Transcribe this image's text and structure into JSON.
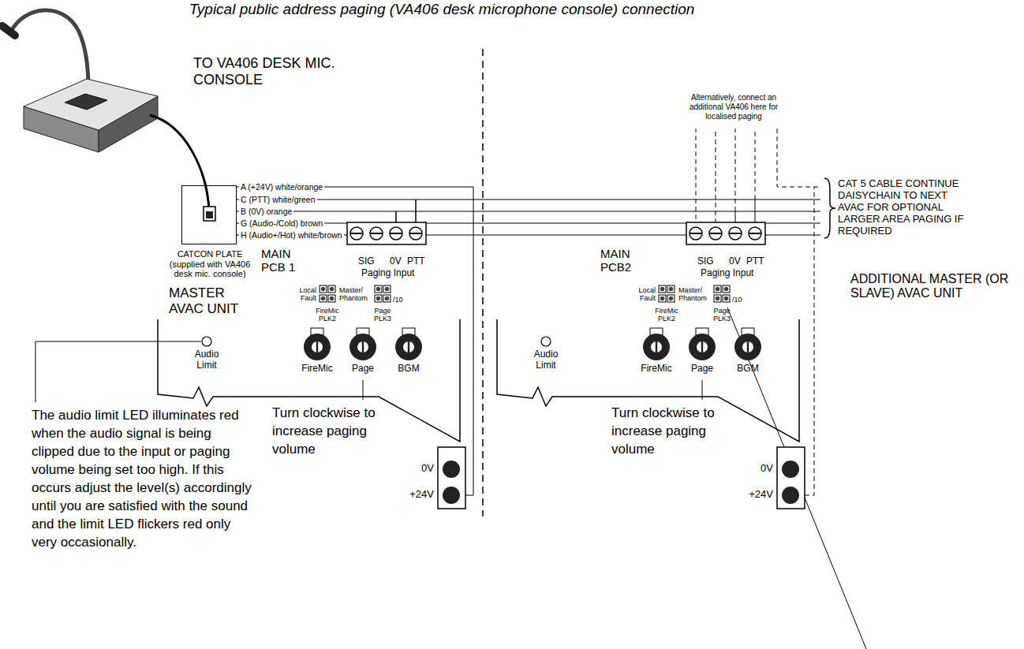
{
  "diagram": {
    "title": "Typical public address paging (VA406 desk microphone console) connection",
    "nodes": [
      {
        "text": [
          "CATCON PLATE (supplied with VA406 desk mic. console)"
        ]
      },
      {
        "text": [
          "MAIN PCB 1",
          "SIG",
          "0V",
          "PTT",
          "Paging Input",
          "Local Fault",
          "FireMic PLK2",
          "Master/ Phantom",
          "/10",
          "Page PLK3",
          "Audio Limit",
          "FireMic",
          "Page",
          "BGM",
          "0V",
          "+24V"
        ]
      },
      {
        "text": [
          "MAIN PCB2",
          "SIG",
          "0V",
          "PTT",
          "Paging Input",
          "Local Fault",
          "FireMic PLK2",
          "Master/ Phantom",
          "/10",
          "Page PLK3",
          "Audio Limit",
          "FireMic",
          "Page",
          "BGM",
          "0V",
          "+24V"
        ]
      }
    ],
    "edges": [
      {
        "from": 0,
        "to": 1,
        "arrow": "none",
        "label": "A (+24V) white/orange"
      },
      {
        "from": 0,
        "to": 1,
        "arrow": "none",
        "label": "C (PTT) white/green"
      },
      {
        "from": 0,
        "to": 1,
        "arrow": "none",
        "label": "B (0V) orange"
      },
      {
        "from": 0,
        "to": 1,
        "arrow": "none",
        "label": "G (Audio-/Cold) brown"
      },
      {
        "from": 0,
        "to": 1,
        "arrow": "none",
        "label": "H (Audio+/Hot) white/brown"
      },
      {
        "from": 1,
        "to": 2,
        "arrow": "none"
      },
      {
        "from": 1,
        "to": 2,
        "arrow": "none"
      },
      {
        "from": 1,
        "to": 2,
        "arrow": "none"
      },
      {
        "from": 1,
        "to": 2,
        "arrow": "none"
      }
    ],
    "labels": [
      "TO VA406 DESK MIC. CONSOLE",
      "Alternatively, connect an additional VA406 here for localised paging",
      "CAT 5 CABLE CONTINUE DAISYCHAIN TO NEXT AVAC FOR OPTIONAL LARGER AREA PAGING IF REQUIRED",
      "MASTER AVAC UNIT",
      "ADDITIONAL MASTER (OR SLAVE) AVAC UNIT",
      "The audio limit LED illuminates red when the audio signal is being clipped due to the input or paging volume being set too high. If this occurs adjust the level(s) accordingly until you are satisfied with the sound and the limit LED flickers red only very occasionally.",
      "Turn clockwise to increase paging volume",
      "Turn clockwise to increase paging volume"
    ]
  }
}
